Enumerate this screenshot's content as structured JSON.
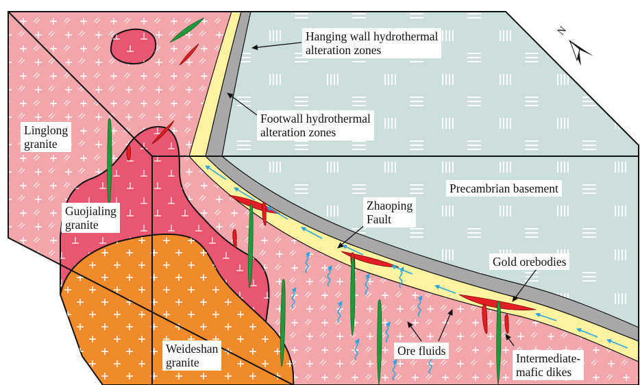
{
  "labels": {
    "hanging_wall": [
      "Hanging wall hydrothermal",
      "alteration zones"
    ],
    "footwall": [
      "Footwall hydrothermal",
      "alteration zones"
    ],
    "linglong": [
      "Linglong",
      "granite"
    ],
    "guojialing": [
      "Guojialing",
      "granite"
    ],
    "weideshan": [
      "Weideshan",
      "granite"
    ],
    "precambrian": "Precambrian basement",
    "zhaoping": [
      "Zhaoping",
      "Fault"
    ],
    "gold_orebodies": "Gold orebodies",
    "ore_fluids": "Ore fluids",
    "dikes": [
      "Intermediate-",
      "mafic dikes"
    ],
    "north": "N"
  },
  "colors": {
    "linglong_pink": "#f4a7ab",
    "guojialing_rose": "#e8566f",
    "weideshan_orange": "#f08a2b",
    "basement_gray_blue": "#cddfdc",
    "footwall_yellow": "#fff3a0",
    "hanging_wall_gray": "#a8a8a8",
    "orebody_red": "#e31e24",
    "dike_green": "#1e9a3c",
    "fluid_blue": "#2aa3e0"
  }
}
